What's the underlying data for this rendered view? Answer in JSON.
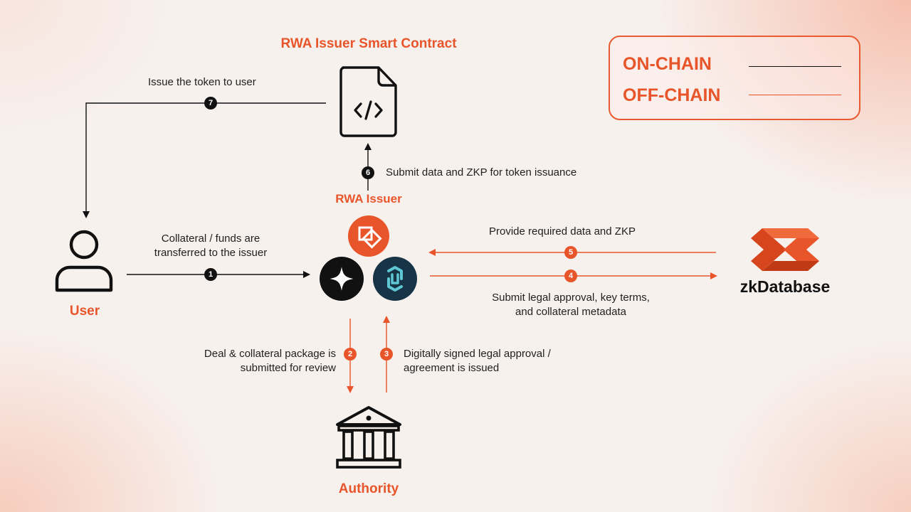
{
  "title": "RWA Issuer Smart Contract",
  "legend": {
    "on_chain": "ON-CHAIN",
    "off_chain": "OFF-CHAIN"
  },
  "nodes": {
    "user": "User",
    "rwa_issuer": "RWA Issuer",
    "authority": "Authority",
    "zkdatabase": "zkDatabase"
  },
  "steps": [
    {
      "num": "1",
      "label": "Collateral / funds are transferred to the issuer",
      "line1": "Collateral / funds are",
      "line2": "transferred to the issuer"
    },
    {
      "num": "2",
      "label": "Deal & collateral package is submitted for review",
      "line1": "Deal & collateral package is",
      "line2": "submitted for review"
    },
    {
      "num": "3",
      "label": "Digitally signed legal approval / agreement is issued",
      "line1": "Digitally signed legal approval /",
      "line2": "agreement is issued"
    },
    {
      "num": "4",
      "label": "Submit legal approval, key terms, and collateral metadata",
      "line1": "Submit legal approval, key terms,",
      "line2": "and collateral metadata"
    },
    {
      "num": "5",
      "label": "Provide required data and ZKP"
    },
    {
      "num": "6",
      "label": "Submit data and ZKP for token issuance"
    },
    {
      "num": "7",
      "label": "Issue the token to user"
    }
  ],
  "colors": {
    "accent": "#e8552a",
    "on_chain_line": "#111111",
    "off_chain_line": "#e8552a"
  }
}
